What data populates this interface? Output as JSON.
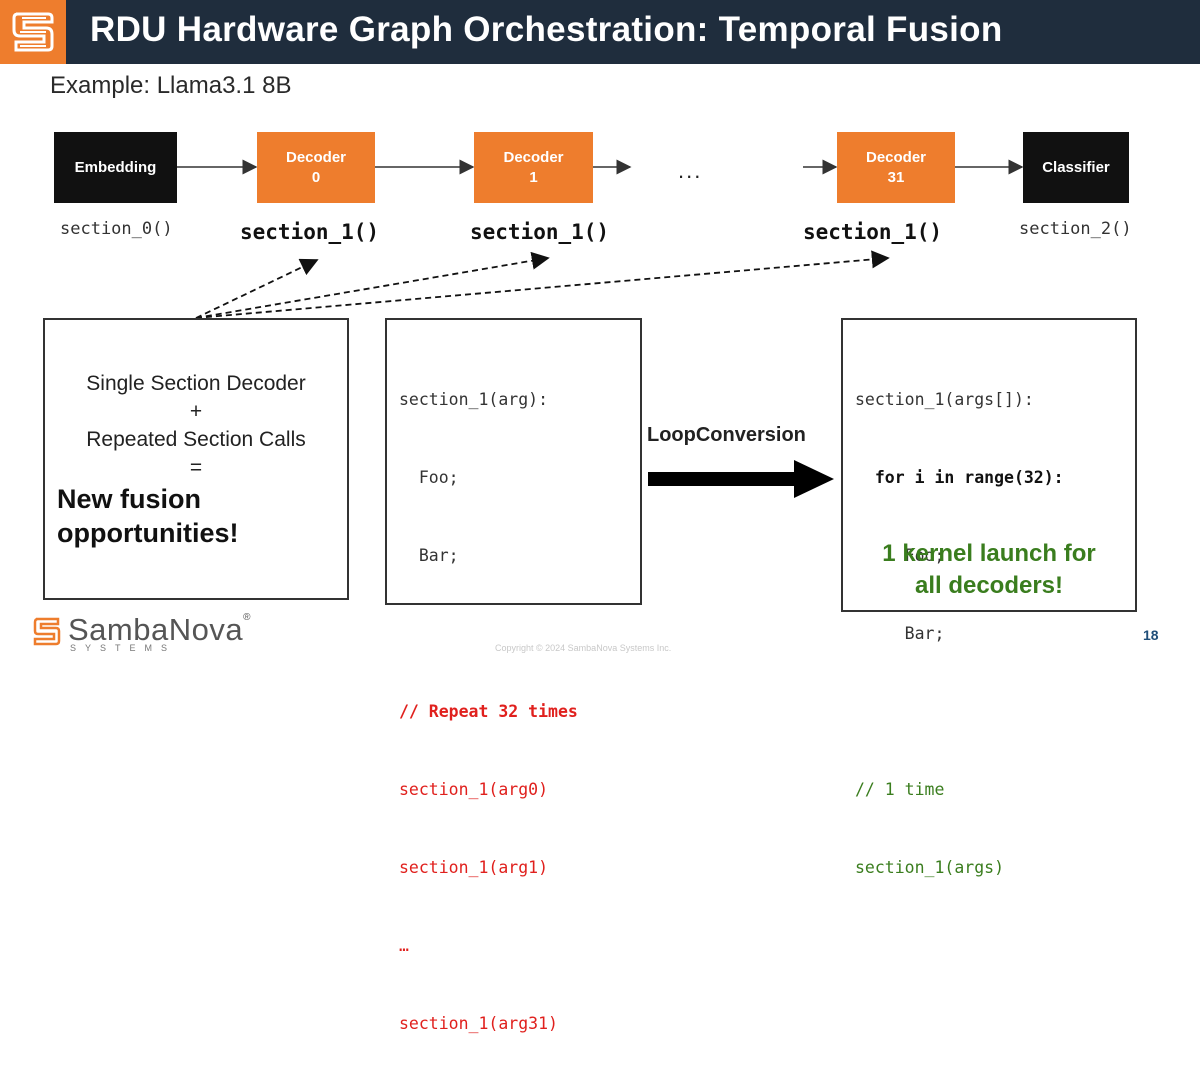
{
  "header": {
    "title": "RDU Hardware Graph Orchestration: Temporal Fusion",
    "subtitle": "Example: Llama3.1 8B"
  },
  "pipeline": {
    "blocks": [
      {
        "line1": "Embedding",
        "line2": ""
      },
      {
        "line1": "Decoder",
        "line2": "0"
      },
      {
        "line1": "Decoder",
        "line2": "1"
      },
      {
        "line1": "Decoder",
        "line2": "31"
      },
      {
        "line1": "Classifier",
        "line2": ""
      }
    ],
    "ellipsis": "...",
    "section_labels": [
      "section_0()",
      "section_1()",
      "section_1()",
      "section_1()",
      "section_2()"
    ]
  },
  "left_panel": {
    "line1": "Single Section Decoder",
    "line2": "+",
    "line3": "Repeated Section Calls",
    "line4": "=",
    "highlight_line1": "New fusion",
    "highlight_line2": "opportunities!"
  },
  "middle_panel": {
    "lines": [
      "section_1(arg):",
      "  Foo;",
      "  Bar;",
      "",
      "// Repeat 32 times",
      "section_1(arg0)",
      "section_1(arg1)",
      "…",
      "section_1(arg31)"
    ]
  },
  "conversion": {
    "label": "LoopConversion"
  },
  "right_panel": {
    "lines": [
      "section_1(args[]):",
      "  for i in range(32):",
      "     Foo;",
      "     Bar;",
      "",
      "// 1 time",
      "section_1(args)"
    ],
    "note_line1": "1 kernel launch for",
    "note_line2": "all decoders!"
  },
  "footer": {
    "brand_name": "SambaNova",
    "brand_registered": "®",
    "brand_sub": "SYSTEMS",
    "copyright": "Copyright © 2024 SambaNova Systems Inc.",
    "page_number": "18"
  },
  "colors": {
    "title_bar": "#1f2d3d",
    "accent_orange": "#ee7d2d",
    "code_red": "#e0201d",
    "code_green": "#3a7d1e"
  },
  "icons": [
    "sambanova-logo-icon",
    "arrow-right-icon",
    "dashed-arrow-icon"
  ]
}
